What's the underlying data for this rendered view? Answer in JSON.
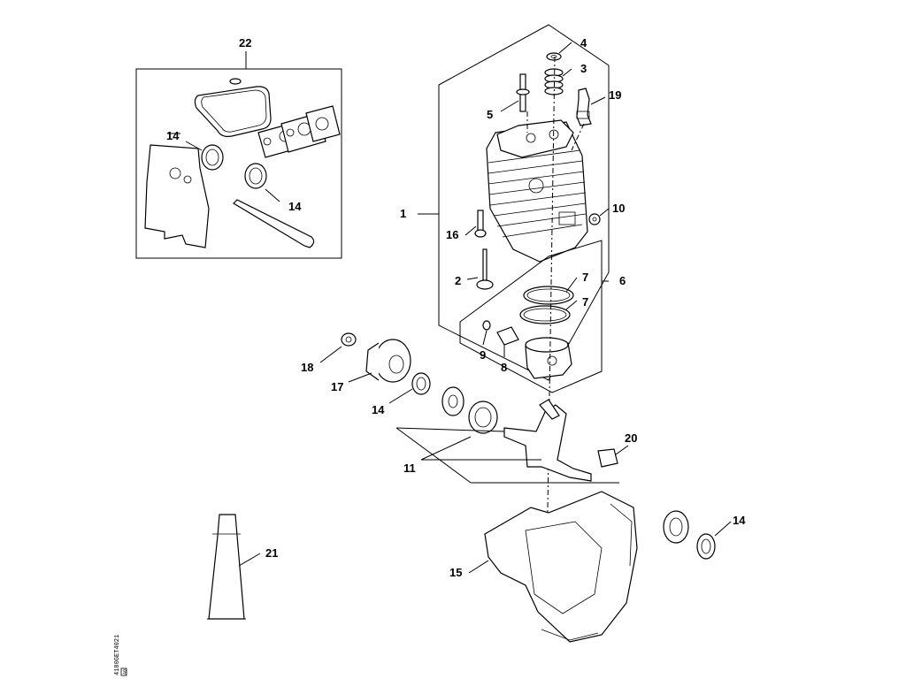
{
  "labels": {
    "p1": "1",
    "p2": "2",
    "p3": "3",
    "p4": "4",
    "p5": "5",
    "p6": "6",
    "p7a": "7",
    "p7b": "7",
    "p8": "8",
    "p9": "9",
    "p10": "10",
    "p11": "11",
    "p14a": "14",
    "p14b": "14",
    "p14c": "14",
    "p14d": "14",
    "p15": "15",
    "p16": "16",
    "p17": "17",
    "p18": "18",
    "p19": "19",
    "p20": "20",
    "p21": "21",
    "p22": "22"
  },
  "drawing_code": "4180GET4021",
  "drawing_code_suffix": "A0"
}
